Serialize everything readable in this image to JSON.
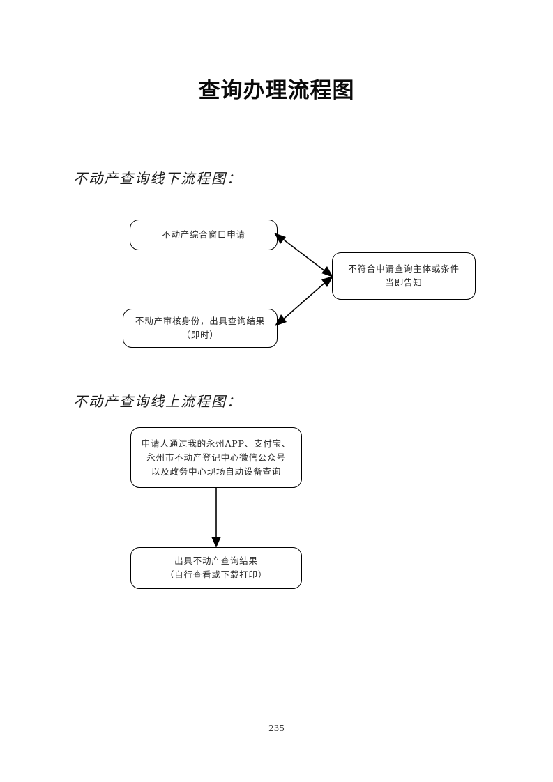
{
  "document": {
    "title": "查询办理流程图",
    "page_number": "235"
  },
  "sections": [
    {
      "id": "offline",
      "heading": "不动产查询线下流程图：",
      "nodes": [
        {
          "id": "window-apply",
          "lines": [
            "不动产综合窗口申请"
          ]
        },
        {
          "id": "not-qualified",
          "lines": [
            "不符合申请查询主体或条件",
            "当即告知"
          ]
        },
        {
          "id": "verify-result",
          "lines": [
            "不动产审核身份，出具查询结果",
            "（即时）"
          ]
        }
      ],
      "edges": [
        {
          "id": "edge-window-to-notqualified",
          "from": "window-apply",
          "to": "not-qualified",
          "arrowheads": "both"
        },
        {
          "id": "edge-verify-to-notqualified",
          "from": "verify-result",
          "to": "not-qualified",
          "arrowheads": "both"
        }
      ]
    },
    {
      "id": "online",
      "heading": "不动产查询线上流程图：",
      "nodes": [
        {
          "id": "online-channels",
          "lines": [
            "申请人通过我的永州APP、支付宝、",
            "永州市不动产登记中心微信公众号",
            "以及政务中心现场自助设备查询"
          ]
        },
        {
          "id": "online-result",
          "lines": [
            "出具不动产查询结果",
            "（自行查看或下载打印）"
          ]
        }
      ],
      "edges": [
        {
          "id": "edge-channels-to-result",
          "from": "online-channels",
          "to": "online-result",
          "arrowheads": "end"
        }
      ]
    }
  ],
  "colors": {
    "ink": "#000000",
    "text": "#2a2a2a",
    "background": "#ffffff"
  }
}
